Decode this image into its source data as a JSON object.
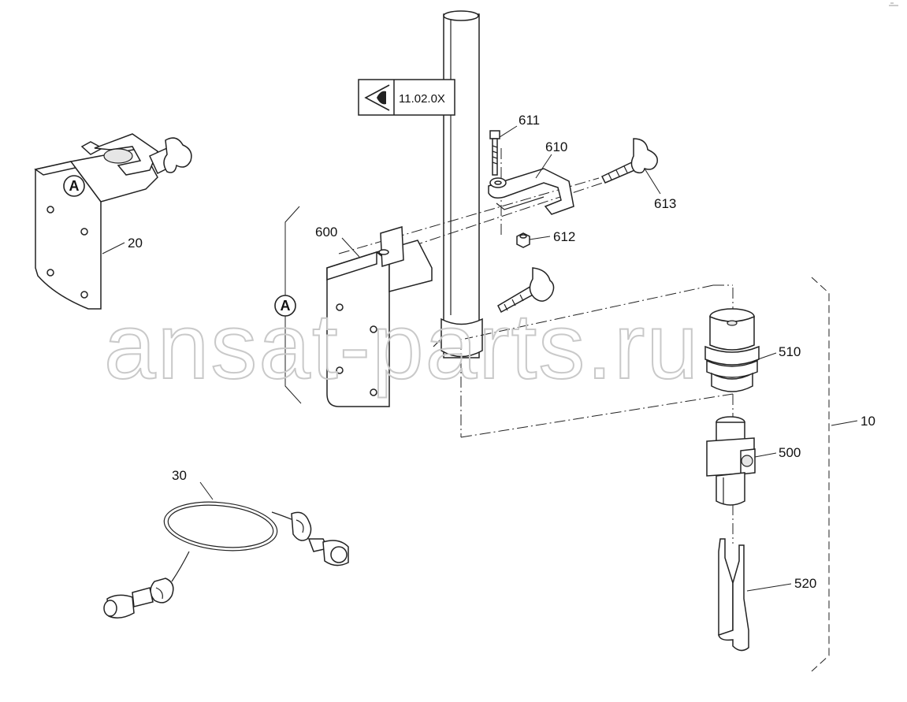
{
  "reference_box": {
    "text": "11.02.0X",
    "icon": "eye-view-icon"
  },
  "watermark": "ansat-parts.ru",
  "callouts": {
    "c10": "10",
    "c20": "20",
    "c30": "30",
    "c500": "500",
    "c510": "510",
    "c520": "520",
    "c600": "600",
    "c610": "610",
    "c611": "611",
    "c612": "612",
    "c613": "613"
  },
  "detail_markers": {
    "a1": "A",
    "a2": "A"
  }
}
